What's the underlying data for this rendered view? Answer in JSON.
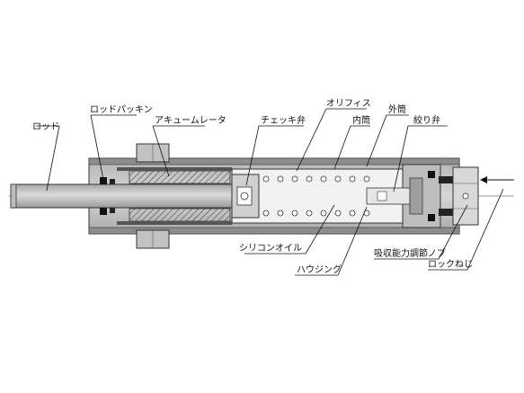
{
  "labels": {
    "rod": "ロッド",
    "rod_packing": "ロッドパッキン",
    "accumulator": "アキュームレータ",
    "check_valve": "チェッキ弁",
    "orifice": "オリフィス",
    "inner_cylinder": "内筒",
    "outer_cylinder": "外筒",
    "throttle_valve": "絞り弁",
    "silicone_oil": "シリコンオイル",
    "housing": "ハウジング",
    "absorption_knob": "吸収能力調節ノブ",
    "lock_nut": "ロックねじ"
  }
}
